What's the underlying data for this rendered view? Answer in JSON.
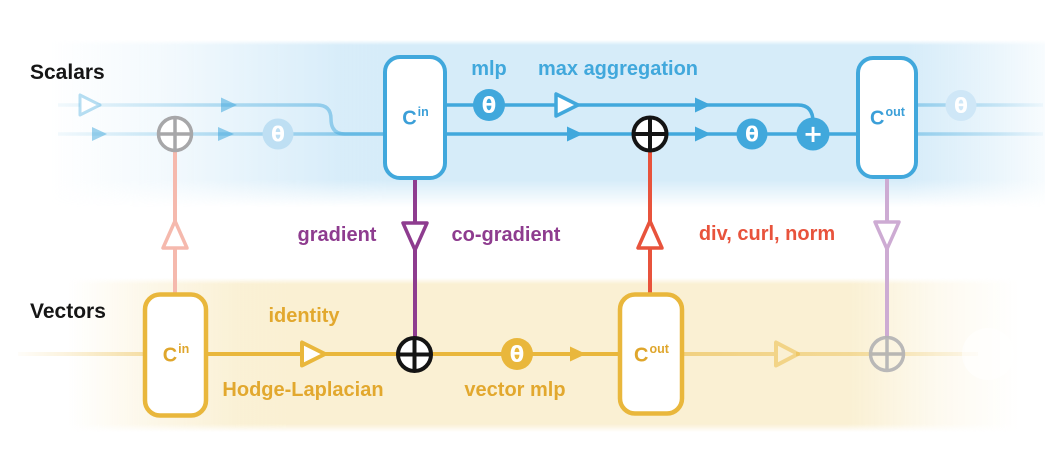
{
  "tracks": {
    "scalars": "Scalars",
    "vectors": "Vectors"
  },
  "nodes": {
    "scalar_c_in": {
      "base": "C",
      "sup": "in"
    },
    "scalar_c_out": {
      "base": "C",
      "sup": "out"
    },
    "vector_c_in": {
      "base": "C",
      "sup": "in"
    },
    "vector_c_out": {
      "base": "C",
      "sup": "out"
    }
  },
  "operators": {
    "theta": "θ",
    "plus": "+"
  },
  "edge_labels": {
    "mlp": "mlp",
    "max_aggregation": "max aggregation",
    "gradient": "gradient",
    "co_gradient": "co-gradient",
    "div_curl_norm": "div, curl, norm",
    "identity": "identity",
    "hodge_laplacian": "Hodge-Laplacian",
    "vector_mlp": "vector mlp"
  },
  "colors": {
    "scalar_accent": "#41a8dc",
    "scalar_band": "#d6ecf8",
    "vector_accent": "#e9b73c",
    "vector_band": "#faf0d3",
    "gradient_edge": "#8e3c8f",
    "derivative_edge": "#e8533c",
    "faded_gradient_edge": "#cdabd3",
    "faded_derivative_edge": "#f5b9ad",
    "aggregation_node": "#a7a7a9",
    "sum_node_outline": "#141414"
  }
}
